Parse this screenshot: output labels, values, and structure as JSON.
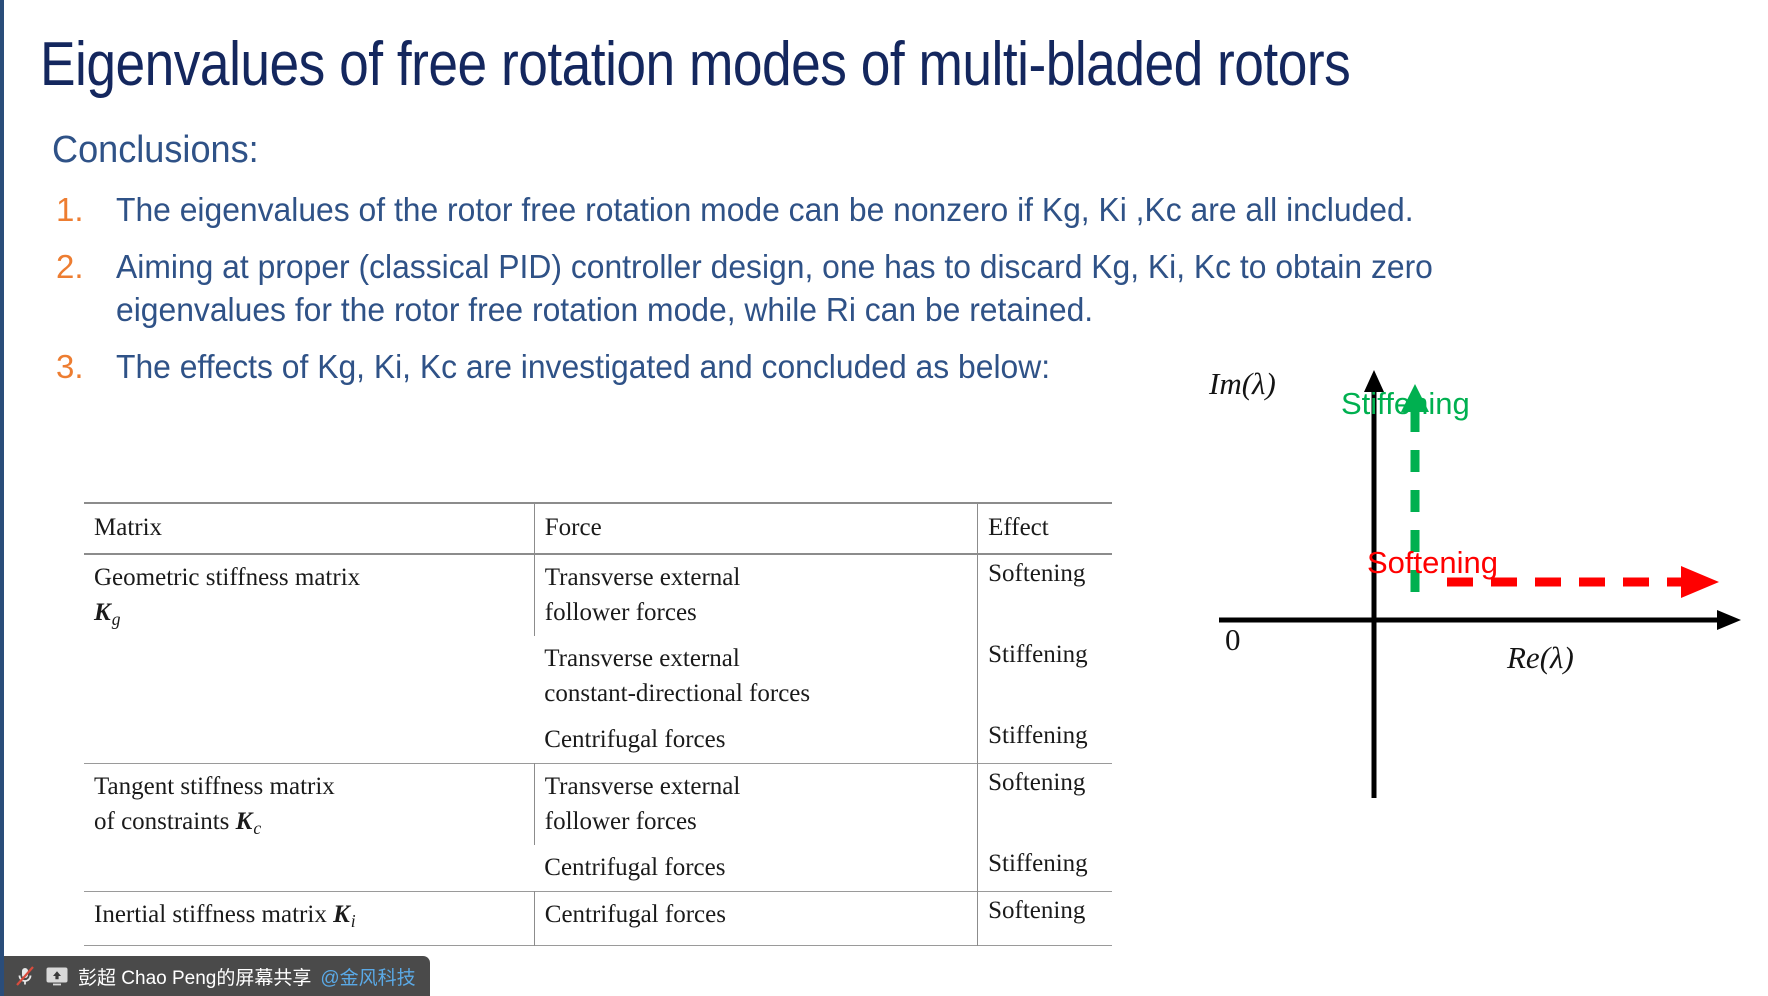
{
  "slide": {
    "title": "Eigenvalues of free rotation modes of multi-bladed rotors",
    "heading": "Conclusions:",
    "bullets": [
      {
        "number": "1.",
        "line1": "The eigenvalues of the rotor free rotation mode can be nonzero if Kg, Ki ,Kc are all included.",
        "line2": ""
      },
      {
        "number": "2.",
        "line1": "Aiming at proper (classical PID) controller design, one has to discard Kg, Ki, Kc to obtain zero",
        "line2": "eigenvalues for the rotor free rotation mode, while Ri can be retained."
      },
      {
        "number": "3.",
        "line1": "The effects of Kg, Ki, Kc are investigated and concluded as below:",
        "line2": ""
      }
    ]
  },
  "table": {
    "headers": [
      "Matrix",
      "Force",
      "Effect"
    ],
    "rows": [
      {
        "matrix_line1": "Geometric stiffness matrix",
        "matrix_symbol": "K",
        "matrix_subscript": "g",
        "entries": [
          {
            "force_line1": "Transverse external",
            "force_line2": "follower forces",
            "effect": "Softening"
          },
          {
            "force_line1": "Transverse external",
            "force_line2": "constant-directional forces",
            "effect": "Stiffening"
          },
          {
            "force_line1": "Centrifugal forces",
            "force_line2": "",
            "effect": "Stiffening"
          }
        ]
      },
      {
        "matrix_line1": "Tangent stiffness matrix",
        "matrix_line2": "of constraints",
        "matrix_symbol": "K",
        "matrix_subscript": "c",
        "entries": [
          {
            "force_line1": "Transverse external",
            "force_line2": "follower forces",
            "effect": "Softening"
          },
          {
            "force_line1": "Centrifugal forces",
            "force_line2": "",
            "effect": "Stiffening"
          }
        ]
      },
      {
        "matrix_line1": "Inertial stiffness matrix",
        "matrix_symbol": "K",
        "matrix_subscript": "i",
        "entries": [
          {
            "force_line1": "Centrifugal forces",
            "force_line2": "",
            "effect": "Softening"
          }
        ]
      }
    ]
  },
  "diagram": {
    "imaginary_axis_label": "Im(λ)",
    "real_axis_label": "Re(λ)",
    "origin_label": "0",
    "stiffening_label": "Stiffening",
    "softening_label": "Softening",
    "stiffening_color": "#00b050",
    "softening_color": "#ff0000",
    "axis_color": "#000000"
  },
  "share_bar": {
    "user_text": "彭超 Chao Peng的屏幕共享",
    "company": "@金风科技"
  },
  "colors": {
    "title": "#14275e",
    "body": "#2f5287",
    "bullet_number": "#ed7d31",
    "accent_bar": "#2a4d7a"
  }
}
